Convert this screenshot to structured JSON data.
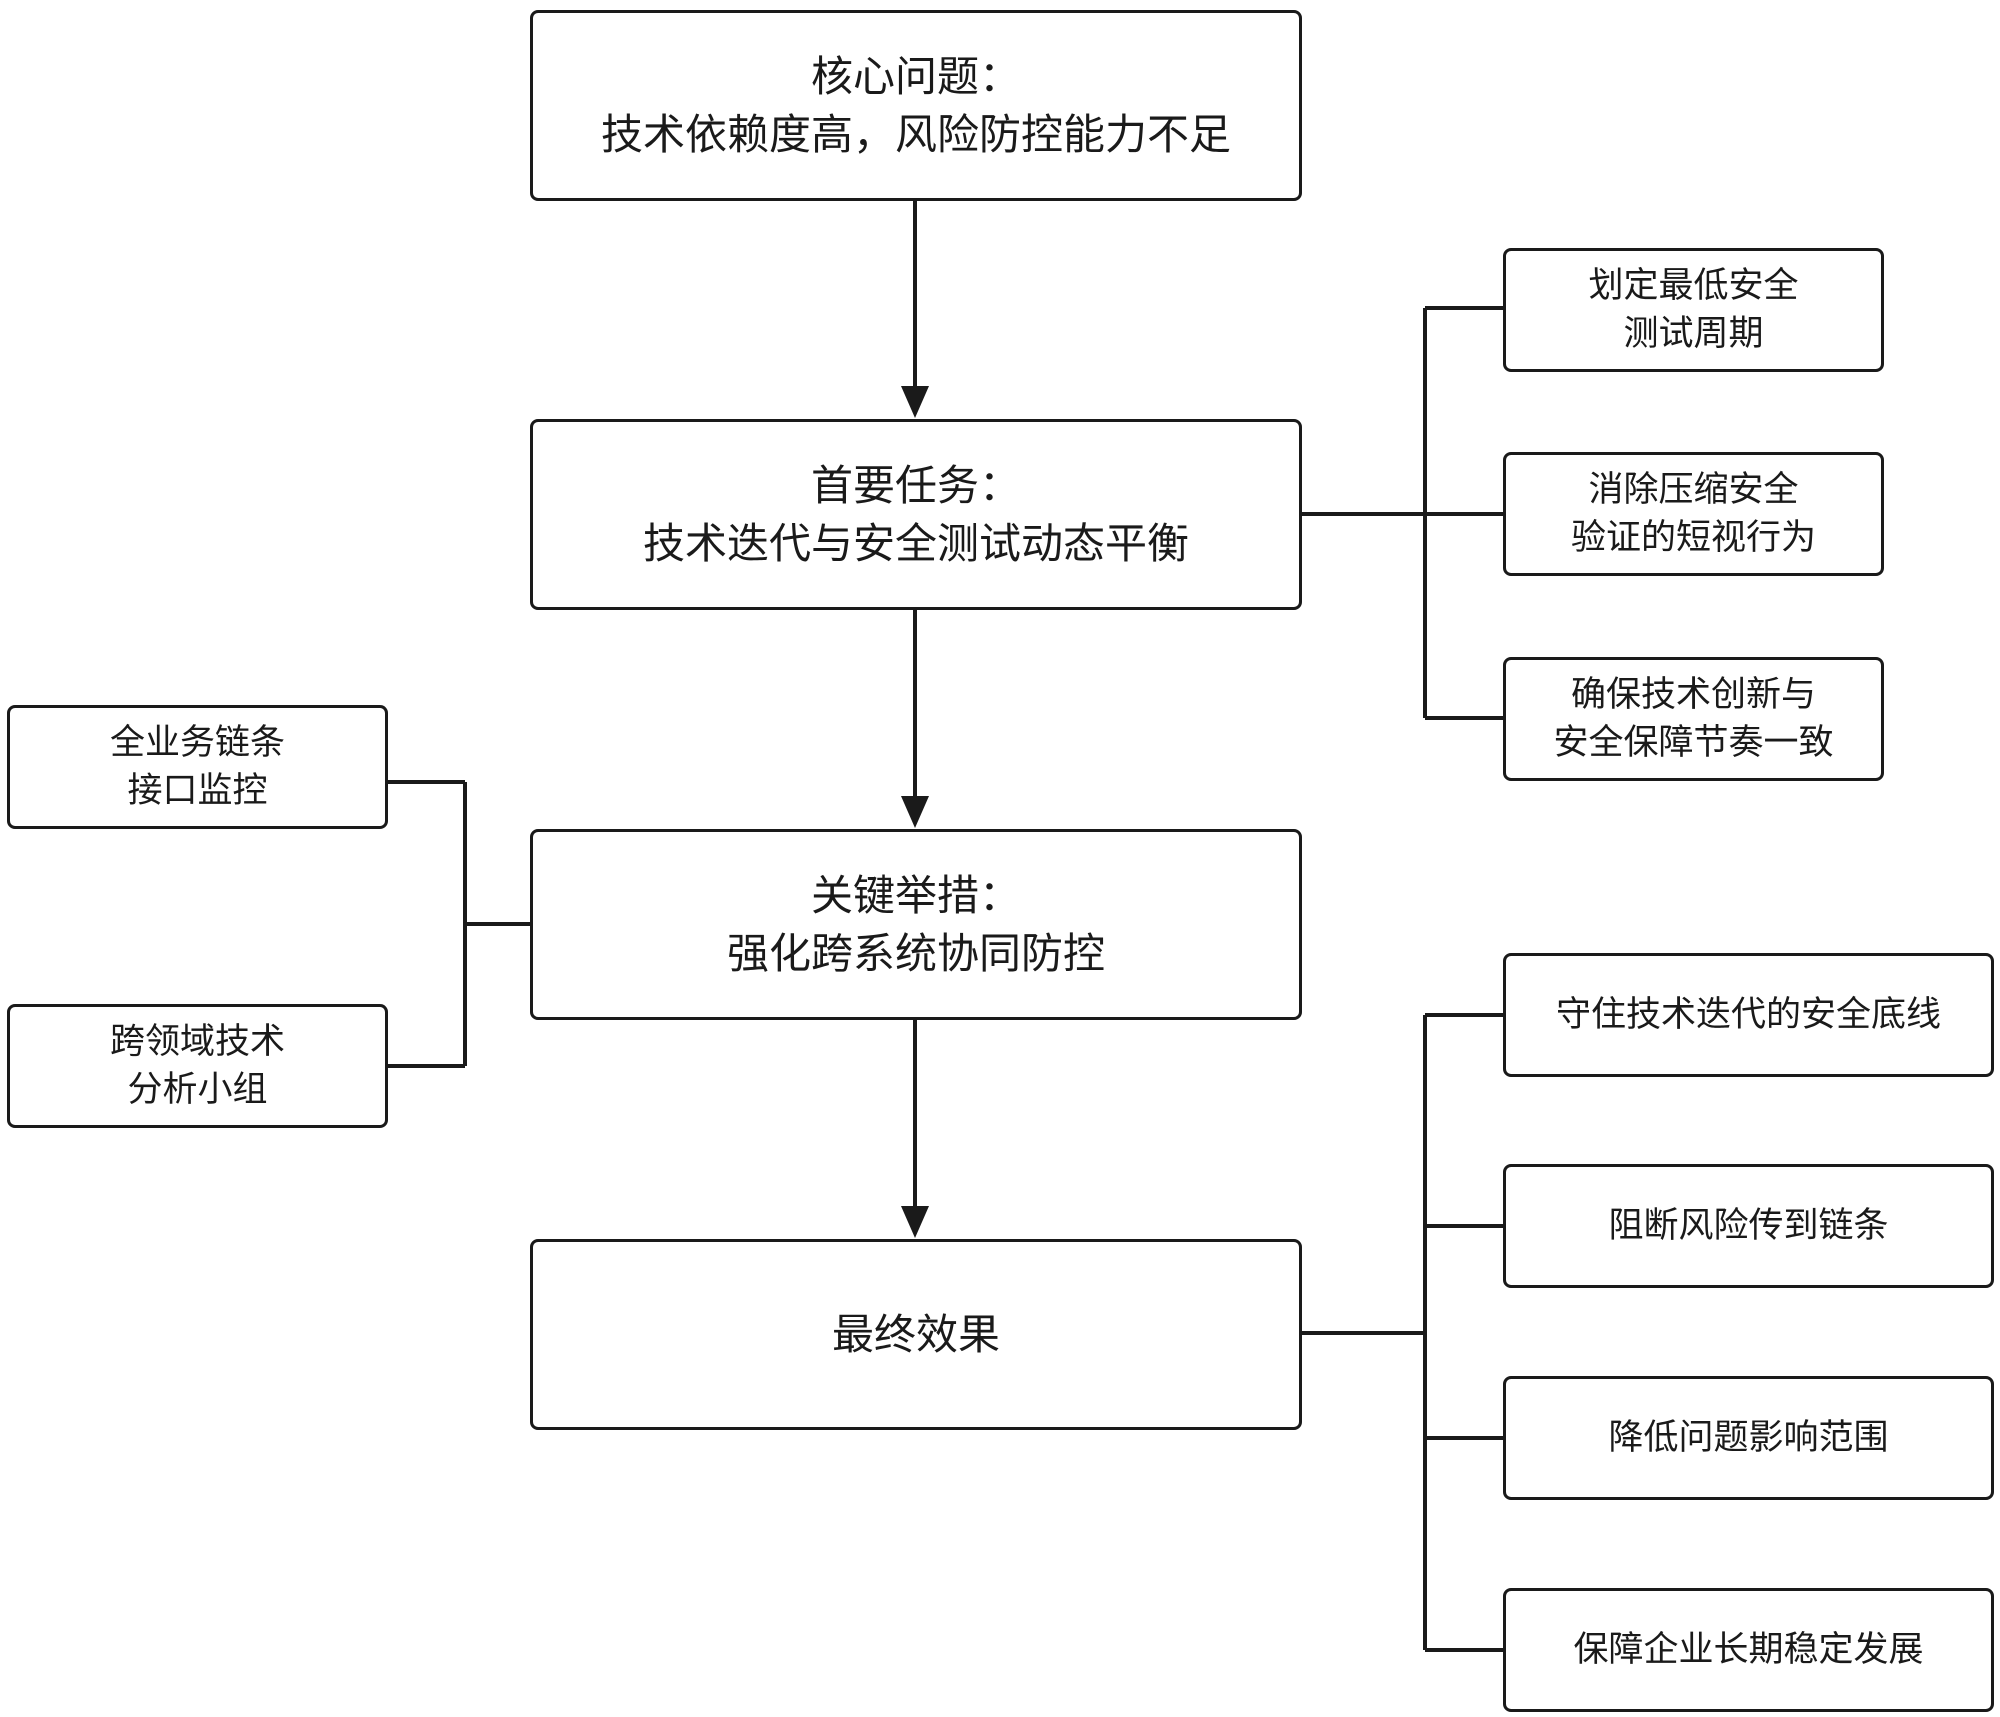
{
  "flowchart": {
    "core_problem": {
      "label": "核心问题：",
      "text": "技术依赖度高，风险防控能力不足"
    },
    "primary_task": {
      "label": "首要任务：",
      "text": "技术迭代与安全测试动态平衡",
      "details": [
        {
          "line1": "划定最低安全",
          "line2": "测试周期"
        },
        {
          "line1": "消除压缩安全",
          "line2": "验证的短视行为"
        },
        {
          "line1": "确保技术创新与",
          "line2": "安全保障节奏一致"
        }
      ]
    },
    "key_measure": {
      "label": "关键举措：",
      "text": "强化跨系统协同防控",
      "details": [
        {
          "line1": "全业务链条",
          "line2": "接口监控"
        },
        {
          "line1": "跨领域技术",
          "line2": "分析小组"
        }
      ]
    },
    "final_effect": {
      "label": "最终效果",
      "details": [
        "守住技术迭代的安全底线",
        "阻断风险传到链条",
        "降低问题影响范围",
        "保障企业长期稳定发展"
      ]
    }
  },
  "colors": {
    "stroke": "#1a1a1a",
    "background": "#ffffff",
    "text": "#1a1a1a"
  }
}
